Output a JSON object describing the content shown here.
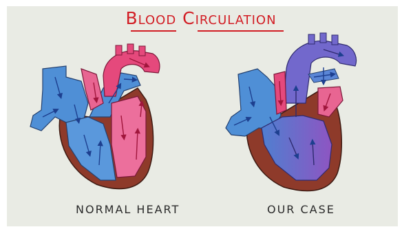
{
  "diagram": {
    "title": "Blood Circulation",
    "left_caption": "Normal Heart",
    "right_caption": "Our Case",
    "colors": {
      "deoxygenated": "#4f8fd6",
      "oxygenated": "#e5497c",
      "muscle": "#8e3a2a",
      "mixed": "#6a5ec8",
      "title_ink": "#d21d24"
    }
  }
}
